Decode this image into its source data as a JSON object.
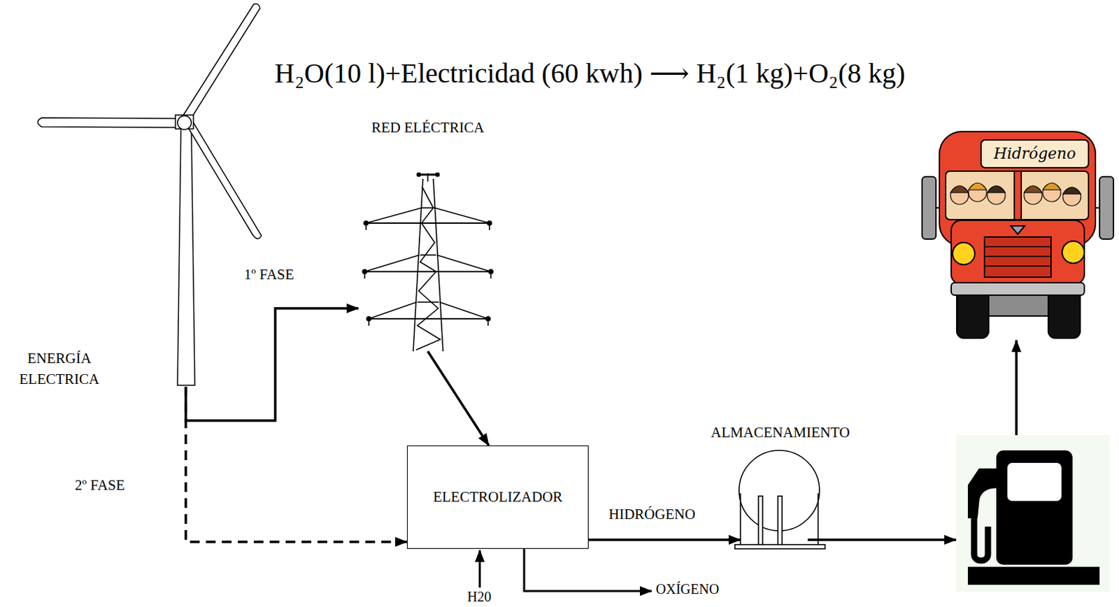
{
  "diagram": {
    "title": "H₂O(10 l)+Electricidad (60 kwh) ⟶ H₂(1 kg)+O₂(8 kg)",
    "nodes": [
      {
        "text": [
          "ENERGÍA ELECTRICA"
        ]
      },
      {
        "text": [
          "RED ELÉCTRICA"
        ]
      },
      {
        "text": [
          "ELECTROLIZADOR"
        ]
      },
      {
        "text": [
          "ALMACENAMIENTO"
        ]
      },
      {
        "text": []
      },
      {
        "text": [
          "Hidrógeno"
        ]
      }
    ],
    "edges": [
      {
        "from": 0,
        "to": 1,
        "arrow": "to",
        "label": "1º FASE"
      },
      {
        "from": 0,
        "to": 2,
        "arrow": "to",
        "label": "2º FASE"
      },
      {
        "from": 1,
        "to": 2,
        "arrow": "to"
      },
      {
        "from": 2,
        "to": 3,
        "arrow": "to",
        "label": "HIDRÓGENO"
      },
      {
        "from": 3,
        "to": 4,
        "arrow": "to"
      },
      {
        "from": 4,
        "to": 5,
        "arrow": "to"
      }
    ],
    "labels": [
      "H20",
      "OXÍGENO"
    ]
  }
}
